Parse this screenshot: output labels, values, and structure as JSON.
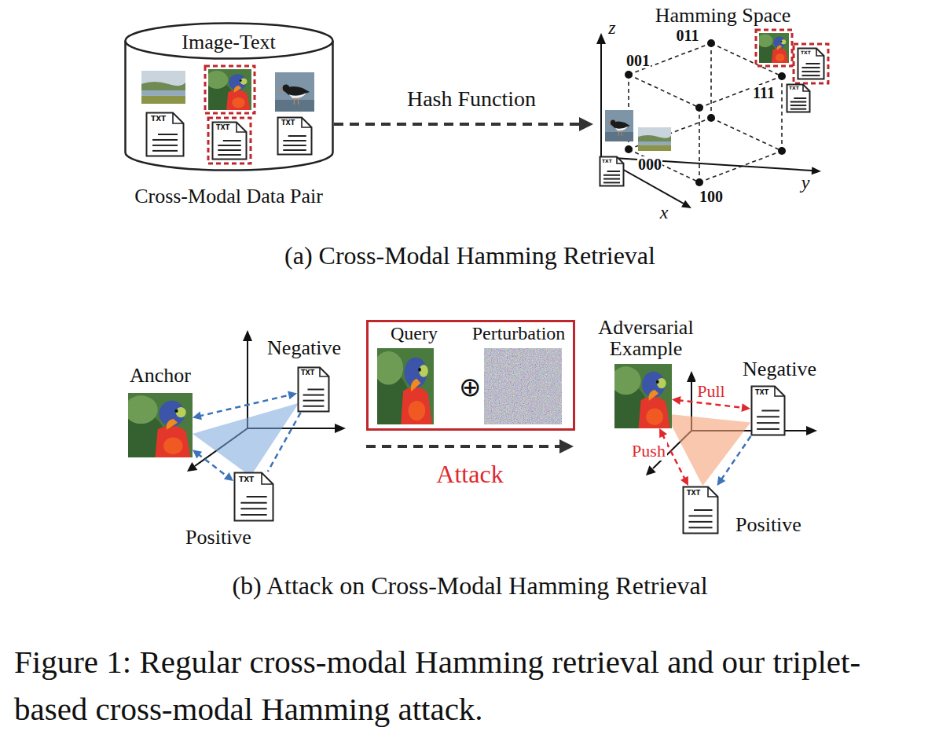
{
  "diagram": {
    "caption": "Figure 1: Regular cross-modal Hamming retrieval and our triplet-based cross-modal Hamming attack.",
    "nodes": [
      {
        "text": [
          "Image-Text",
          "Cross-Modal Data Pair"
        ]
      },
      {
        "text": [
          "TXT"
        ],
        "in": 0
      },
      {
        "text": [
          "TXT"
        ],
        "in": 0
      },
      {
        "text": [
          "TXT"
        ],
        "in": 0
      },
      {
        "text": [
          "Hamming Space"
        ]
      },
      {
        "text": [
          "TXT"
        ],
        "in": 4
      },
      {
        "text": [
          "TXT"
        ],
        "in": 4
      },
      {
        "text": [
          "TXT"
        ],
        "in": 4
      },
      {
        "text": [
          "Anchor"
        ]
      },
      {
        "text": [
          "TXT",
          "Negative"
        ]
      },
      {
        "text": [
          "TXT",
          "Positive"
        ]
      },
      {
        "text": [
          "Query",
          "Perturbation"
        ]
      },
      {
        "text": [
          "Adversarial Example"
        ]
      },
      {
        "text": [
          "TXT",
          "Negative"
        ]
      },
      {
        "text": [
          "TXT",
          "Positive"
        ]
      }
    ],
    "edges": [
      {
        "from": 0,
        "to": 4,
        "label": "Hash Function",
        "arrow": "to"
      },
      {
        "from": 8,
        "to": 9,
        "arrow": "both"
      },
      {
        "from": 8,
        "to": 10,
        "arrow": "both"
      },
      {
        "from": 9,
        "to": 10,
        "arrow": "none"
      },
      {
        "from": 12,
        "to": 13,
        "label": "Pull",
        "arrow": "both"
      },
      {
        "from": 12,
        "to": 14,
        "label": "Push",
        "arrow": "both"
      },
      {
        "from": 13,
        "to": 14,
        "arrow": "to"
      }
    ],
    "labels": [
      "011",
      "001",
      "111",
      "000",
      "100",
      "z",
      "y",
      "x",
      "(a) Cross-Modal Hamming Retrieval",
      "⊕",
      "Attack",
      "(b) Attack on Cross-Modal Hamming Retrieval"
    ]
  }
}
